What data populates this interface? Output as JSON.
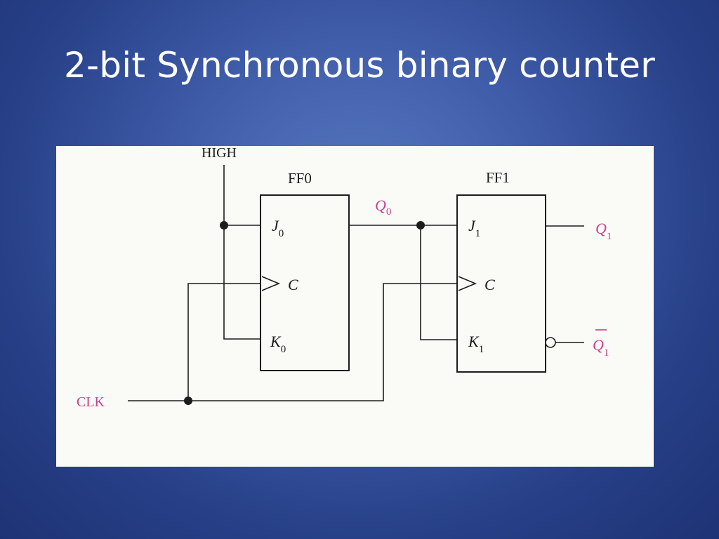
{
  "slide": {
    "title": "2-bit Synchronous binary counter"
  },
  "diagram": {
    "high_label": "HIGH",
    "clk_label": "CLK",
    "ff0": {
      "name": "FF0",
      "j": "J",
      "j_sub": "0",
      "c": "C",
      "k": "K",
      "k_sub": "0",
      "out": "Q",
      "out_sub": "0"
    },
    "ff1": {
      "name": "FF1",
      "j": "J",
      "j_sub": "1",
      "c": "C",
      "k": "K",
      "k_sub": "1",
      "q": "Q",
      "q_sub": "1",
      "qbar": "Q",
      "qbar_sub": "1"
    },
    "colors": {
      "background": "#2b4590",
      "panel": "#fafaf6",
      "ink": "#1c1c1c",
      "output_label": "#cc3f8e"
    }
  }
}
